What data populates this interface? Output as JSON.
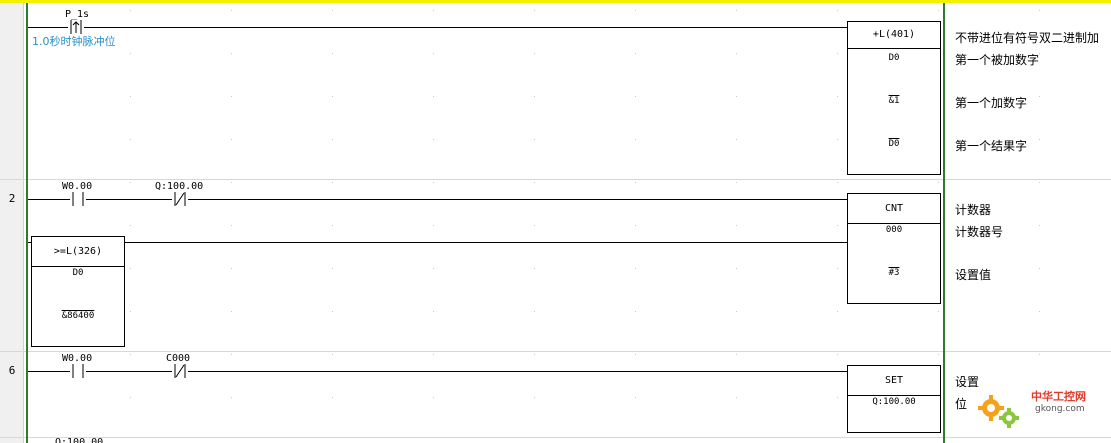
{
  "rungs": [
    {
      "number": ""
    },
    {
      "number": "2"
    },
    {
      "number": "6"
    }
  ],
  "rung1": {
    "contact_name": "P_1s",
    "contact_comment": "1.0秒时钟脉冲位",
    "instr_name": "+L(401)",
    "operands": [
      "D0",
      "&1",
      "D0"
    ],
    "comments": [
      "不带进位有符号双二进制加",
      "第一个被加数字",
      "第一个加数字",
      "第一个结果字"
    ]
  },
  "rung2": {
    "contact1_name": "W0.00",
    "contact2_name": "Q:100.00",
    "compare_name": ">=L(326)",
    "compare_operands": [
      "D0",
      "&86400"
    ],
    "instr_name": "CNT",
    "operands": [
      "000",
      "#3"
    ],
    "comments": [
      "计数器",
      "计数器号",
      "设置值"
    ]
  },
  "rung3": {
    "contact1_name": "W0.00",
    "contact2_name": "C000",
    "instr_name": "SET",
    "operand": "Q:100.00",
    "comments": [
      "设置",
      "位"
    ]
  },
  "rung4": {
    "partial_label": "Q:100.00"
  },
  "watermark": {
    "brand": "中华工控网",
    "url": "gkong.com"
  }
}
